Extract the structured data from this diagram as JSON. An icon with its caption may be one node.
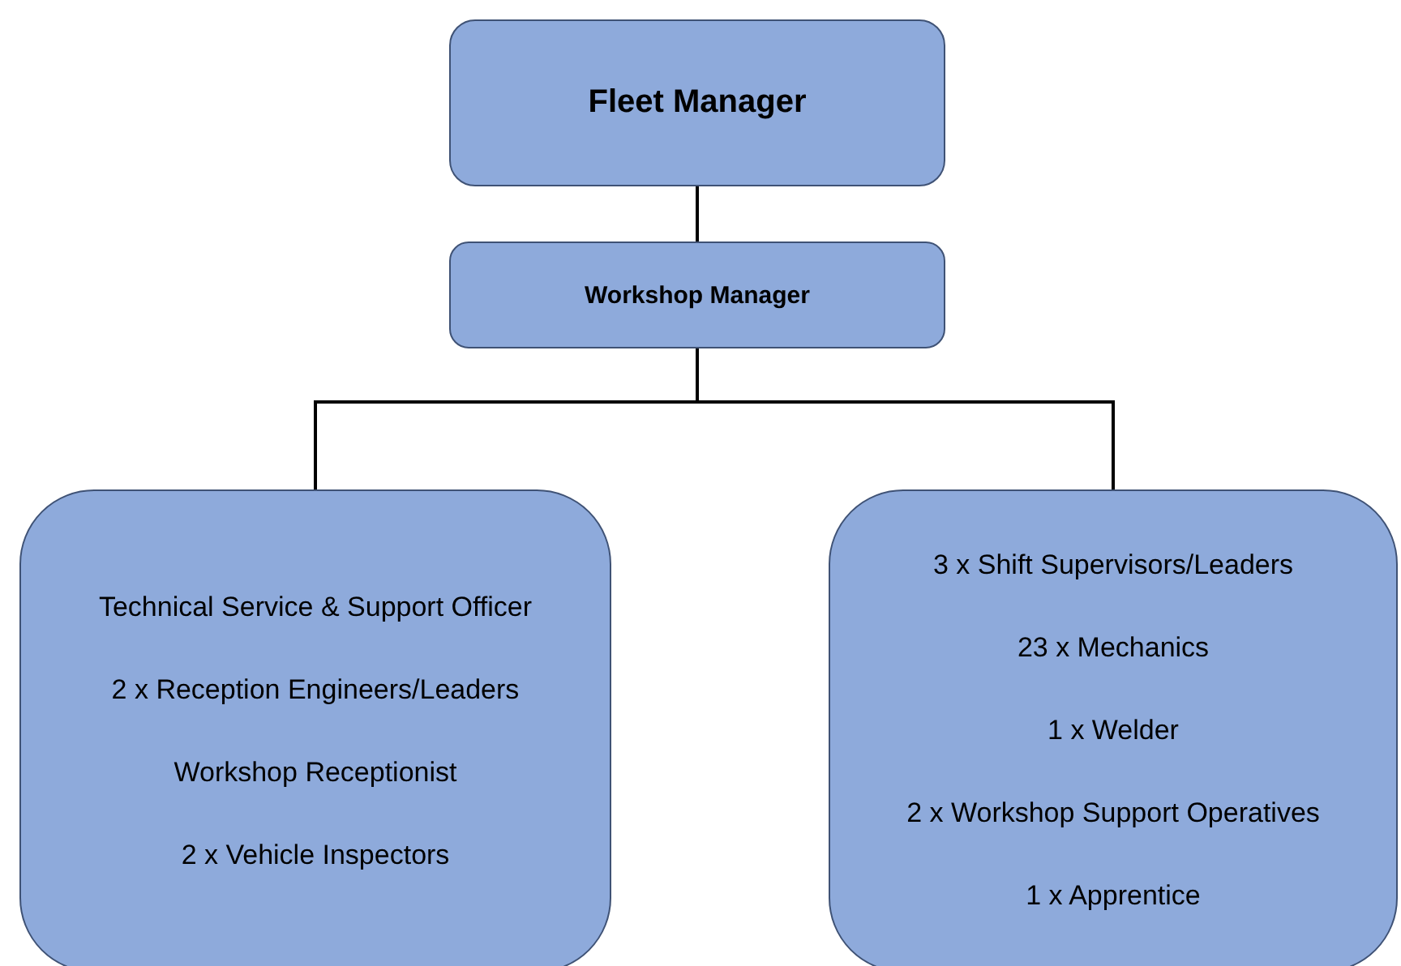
{
  "diagram": {
    "nodes": [
      {
        "text": [
          "Fleet Manager"
        ]
      },
      {
        "text": [
          "Workshop Manager"
        ]
      },
      {
        "text": [
          "Technical Service & Support Officer",
          "2 x Reception Engineers/Leaders",
          "Workshop Receptionist",
          "2 x Vehicle Inspectors"
        ]
      },
      {
        "text": [
          "3 x Shift Supervisors/Leaders",
          "23 x Mechanics",
          "1 x Welder",
          "2 x Workshop Support Operatives",
          "1 x Apprentice"
        ]
      }
    ],
    "edges": [
      {
        "from": 0,
        "to": 1,
        "arrow": "none"
      },
      {
        "from": 1,
        "to": 2,
        "arrow": "none"
      },
      {
        "from": 1,
        "to": 3,
        "arrow": "none"
      }
    ]
  }
}
